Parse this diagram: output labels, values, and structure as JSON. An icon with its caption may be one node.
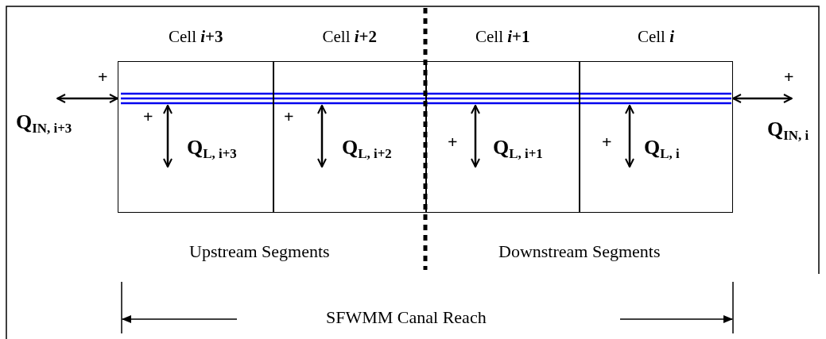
{
  "diagram": {
    "nodes": [
      {
        "text": [
          "Cell ***i*+3**"
        ]
      },
      {
        "text": [
          "Cell ***i*+2**"
        ]
      },
      {
        "text": [
          "Cell ***i*+1**"
        ]
      },
      {
        "text": [
          "Cell *i*"
        ]
      }
    ],
    "edges": [
      {
        "from": null,
        "to": 0,
        "arrow": "both"
      },
      {
        "from": 3,
        "to": null,
        "arrow": "both"
      }
    ],
    "labels": [
      "+",
      "Q$_{IN, i+3}$",
      "+",
      "Q$_{L, i+3}$",
      "+",
      "Q$_{L, i+2}$",
      "+",
      "Q$_{L, i+1}$",
      "+",
      "Q$_{L, i}$",
      "+",
      "Q$_{IN, i}$",
      "Upstream Segments",
      "Downstream Segments",
      "SFWMM Canal Reach"
    ]
  }
}
